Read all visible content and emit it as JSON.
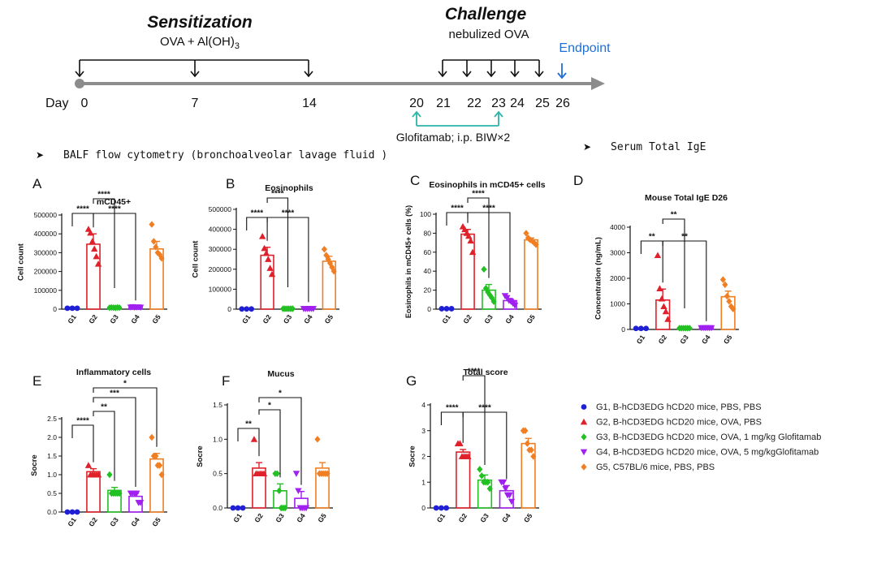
{
  "timeline": {
    "sensitization_title": "Sensitization",
    "sensitization_sub_main": "OVA + Al(OH)",
    "sensitization_sub_script": "3",
    "challenge_title": "Challenge",
    "challenge_sub": "nebulized OVA",
    "endpoint_label": "Endpoint",
    "day_label": "Day",
    "days": [
      "0",
      "7",
      "14",
      "20",
      "21",
      "22",
      "23",
      "24",
      "25",
      "26"
    ],
    "treatment_label": "Glofitamab; i.p. BIW×2"
  },
  "section_labels": {
    "balf": "BALF flow cytometry (bronchoalveolar lavage fluid )",
    "serum": "Serum Total IgE",
    "bullet": "➤"
  },
  "colors": {
    "G1": "#1f1fd6",
    "G2": "#e0202a",
    "G3": "#22c022",
    "G4": "#a020f0",
    "G5": "#f07f24",
    "endpoint": "#1f6fd6",
    "treatment": "#2cb5a8"
  },
  "legend": [
    {
      "group": "G1",
      "marker": "circle",
      "label": "G1, B-hCD3EDG hCD20 mice, PBS,  PBS"
    },
    {
      "group": "G2",
      "marker": "triangle-up",
      "label": "G2, B-hCD3EDG hCD20 mice, OVA, PBS"
    },
    {
      "group": "G3",
      "marker": "diamond",
      "label": "G3, B-hCD3EDG hCD20 mice, OVA, 1 mg/kg Glofitamab"
    },
    {
      "group": "G4",
      "marker": "triangle-down",
      "label": "G4, B-hCD3EDG hCD20 mice, OVA, 5 mg/kgGlofitamab"
    },
    {
      "group": "G5",
      "marker": "diamond",
      "label": "G5, C57BL/6  mice, PBS, PBS"
    }
  ],
  "chart_data": [
    {
      "panel": "A",
      "type": "bar",
      "title": "mCD45+",
      "xlabel": "",
      "ylabel": "Cell count",
      "categories": [
        "G1",
        "G2",
        "G3",
        "G4",
        "G5"
      ],
      "yticks": [
        "0",
        "100000",
        "200000",
        "300000",
        "400000",
        "500000"
      ],
      "ylim": [
        0,
        500000
      ],
      "values": [
        5000,
        345000,
        8000,
        10000,
        320000
      ],
      "errors": [
        1000,
        55000,
        2000,
        2000,
        40000
      ],
      "points": [
        [
          5000,
          5000,
          5000
        ],
        [
          425000,
          405000,
          360000,
          320000,
          280000,
          240000
        ],
        [
          8000,
          9000,
          8000,
          7000,
          9000,
          8000
        ],
        [
          10000,
          12000,
          9000,
          10000,
          11000,
          9000
        ],
        [
          450000,
          360000,
          330000,
          300000,
          290000,
          270000
        ]
      ],
      "significance": [
        {
          "from": 0,
          "to": 1,
          "label": "****"
        },
        {
          "from": 1,
          "to": 2,
          "label": "****"
        },
        {
          "from": 1,
          "to": 3,
          "label": "****"
        }
      ]
    },
    {
      "panel": "B",
      "type": "bar",
      "title": "Eosinophils",
      "xlabel": "",
      "ylabel": "Cell count",
      "categories": [
        "G1",
        "G2",
        "G3",
        "G4",
        "G5"
      ],
      "yticks": [
        "0",
        "100000",
        "200000",
        "300000",
        "400000",
        "500000"
      ],
      "ylim": [
        0,
        500000
      ],
      "values": [
        1000,
        270000,
        2000,
        2000,
        240000
      ],
      "errors": [
        500,
        40000,
        500,
        500,
        25000
      ],
      "points": [
        [
          1000,
          1000,
          1000
        ],
        [
          365000,
          305000,
          280000,
          250000,
          205000,
          175000
        ],
        [
          2000,
          2000,
          2000,
          2000,
          2000,
          2000
        ],
        [
          2000,
          2000,
          2000,
          2000,
          2000,
          2000
        ],
        [
          300000,
          270000,
          250000,
          230000,
          210000,
          190000
        ]
      ],
      "significance": [
        {
          "from": 0,
          "to": 1,
          "label": "****"
        },
        {
          "from": 1,
          "to": 2,
          "label": "****"
        },
        {
          "from": 1,
          "to": 3,
          "label": "****"
        }
      ]
    },
    {
      "panel": "C",
      "type": "bar",
      "title": "Eosinophils  in mCD45+ cells",
      "xlabel": "",
      "ylabel": "Eosinophils in mCD45+ cells (%)",
      "categories": [
        "G1",
        "G2",
        "G3",
        "G4",
        "G5"
      ],
      "yticks": [
        "0",
        "20",
        "40",
        "60",
        "80",
        "100"
      ],
      "ylim": [
        0,
        100
      ],
      "values": [
        0.5,
        79,
        20,
        9,
        73
      ],
      "errors": [
        0.2,
        5,
        6,
        2,
        2
      ],
      "points": [
        [
          0.5,
          0.5,
          0.5
        ],
        [
          87,
          84,
          80,
          77,
          72,
          60
        ],
        [
          42,
          22,
          18,
          15,
          12,
          8
        ],
        [
          14,
          12,
          9,
          8,
          6,
          4
        ],
        [
          80,
          75,
          73,
          72,
          70,
          68
        ]
      ],
      "significance": [
        {
          "from": 0,
          "to": 1,
          "label": "****"
        },
        {
          "from": 1,
          "to": 2,
          "label": "****"
        },
        {
          "from": 1,
          "to": 3,
          "label": "****"
        }
      ]
    },
    {
      "panel": "D",
      "type": "bar",
      "title": "Mouse Total IgE D26",
      "xlabel": "",
      "ylabel": "Concentration (ng/mL)",
      "categories": [
        "G1",
        "G2",
        "G3",
        "G4",
        "G5"
      ],
      "yticks": [
        "0",
        "1000",
        "2000",
        "3000",
        "4000"
      ],
      "ylim": [
        0,
        4000
      ],
      "values": [
        40,
        1150,
        50,
        60,
        1280
      ],
      "errors": [
        10,
        430,
        10,
        10,
        220
      ],
      "points": [
        [
          40,
          40,
          40
        ],
        [
          2900,
          1600,
          1200,
          900,
          700,
          400
        ],
        [
          50,
          50,
          50,
          50,
          50,
          50
        ],
        [
          60,
          60,
          60,
          60,
          60,
          60
        ],
        [
          1950,
          1750,
          1300,
          1100,
          900,
          800
        ]
      ],
      "significance": [
        {
          "from": 0,
          "to": 1,
          "label": "**"
        },
        {
          "from": 1,
          "to": 2,
          "label": "**"
        },
        {
          "from": 1,
          "to": 3,
          "label": "**"
        }
      ]
    },
    {
      "panel": "E",
      "type": "bar",
      "title": "Inflammatory cells",
      "xlabel": "",
      "ylabel": "Socre",
      "categories": [
        "G1",
        "G2",
        "G3",
        "G4",
        "G5"
      ],
      "yticks": [
        "0.0",
        "0.5",
        "1.0",
        "1.5",
        "2.0",
        "2.5"
      ],
      "ylim": [
        0,
        2.5
      ],
      "values": [
        0,
        1.08,
        0.58,
        0.42,
        1.42
      ],
      "errors": [
        0,
        0.08,
        0.08,
        0.08,
        0.15
      ],
      "points": [
        [
          0,
          0,
          0
        ],
        [
          1.25,
          1.0,
          1.0,
          1.0,
          1.0,
          1.0
        ],
        [
          1.0,
          0.5,
          0.5,
          0.5,
          0.5,
          0.5
        ],
        [
          0.5,
          0.5,
          0.5,
          0.5,
          0.25,
          0.25
        ],
        [
          2.0,
          1.5,
          1.5,
          1.25,
          1.25,
          1.0
        ]
      ],
      "significance": [
        {
          "from": 0,
          "to": 1,
          "label": "****"
        },
        {
          "from": 1,
          "to": 2,
          "label": "**"
        },
        {
          "from": 1,
          "to": 3,
          "label": "***"
        },
        {
          "from": 1,
          "to": 4,
          "label": "*"
        }
      ]
    },
    {
      "panel": "F",
      "type": "bar",
      "title": "Mucus",
      "xlabel": "",
      "ylabel": "Socre",
      "categories": [
        "G1",
        "G2",
        "G3",
        "G4",
        "G5"
      ],
      "yticks": [
        "0.0",
        "0.5",
        "1.0",
        "1.5"
      ],
      "ylim": [
        0,
        1.5
      ],
      "values": [
        0,
        0.58,
        0.25,
        0.14,
        0.58
      ],
      "errors": [
        0,
        0.08,
        0.1,
        0.1,
        0.08
      ],
      "points": [
        [
          0,
          0,
          0
        ],
        [
          1.0,
          0.5,
          0.5,
          0.5,
          0.5,
          0.5
        ],
        [
          0.5,
          0.5,
          0.25,
          0,
          0,
          0
        ],
        [
          0.5,
          0.25,
          0,
          0,
          0,
          0
        ],
        [
          1.0,
          0.5,
          0.5,
          0.5,
          0.5,
          0.5
        ]
      ],
      "significance": [
        {
          "from": 0,
          "to": 1,
          "label": "**"
        },
        {
          "from": 1,
          "to": 2,
          "label": "*"
        },
        {
          "from": 1,
          "to": 3,
          "label": "*"
        }
      ]
    },
    {
      "panel": "G",
      "type": "bar",
      "title": "Total score",
      "xlabel": "",
      "ylabel": "Socre",
      "categories": [
        "G1",
        "G2",
        "G3",
        "G4",
        "G5"
      ],
      "yticks": [
        "0",
        "1",
        "2",
        "3",
        "4"
      ],
      "ylim": [
        0,
        4
      ],
      "values": [
        0,
        2.17,
        1.08,
        0.67,
        2.5
      ],
      "errors": [
        0,
        0.1,
        0.2,
        0.2,
        0.2
      ],
      "points": [
        [
          0,
          0,
          0
        ],
        [
          2.5,
          2.5,
          2.0,
          2.0,
          2.0,
          2.0
        ],
        [
          1.5,
          1.25,
          1.0,
          1.0,
          1.0,
          0.75
        ],
        [
          1.0,
          1.0,
          0.75,
          0.5,
          0.5,
          0.25
        ],
        [
          3.0,
          3.0,
          2.5,
          2.25,
          2.25,
          2.0
        ]
      ],
      "significance": [
        {
          "from": 0,
          "to": 1,
          "label": "****"
        },
        {
          "from": 1,
          "to": 2,
          "label": "****"
        },
        {
          "from": 1,
          "to": 3,
          "label": "****"
        }
      ]
    }
  ]
}
